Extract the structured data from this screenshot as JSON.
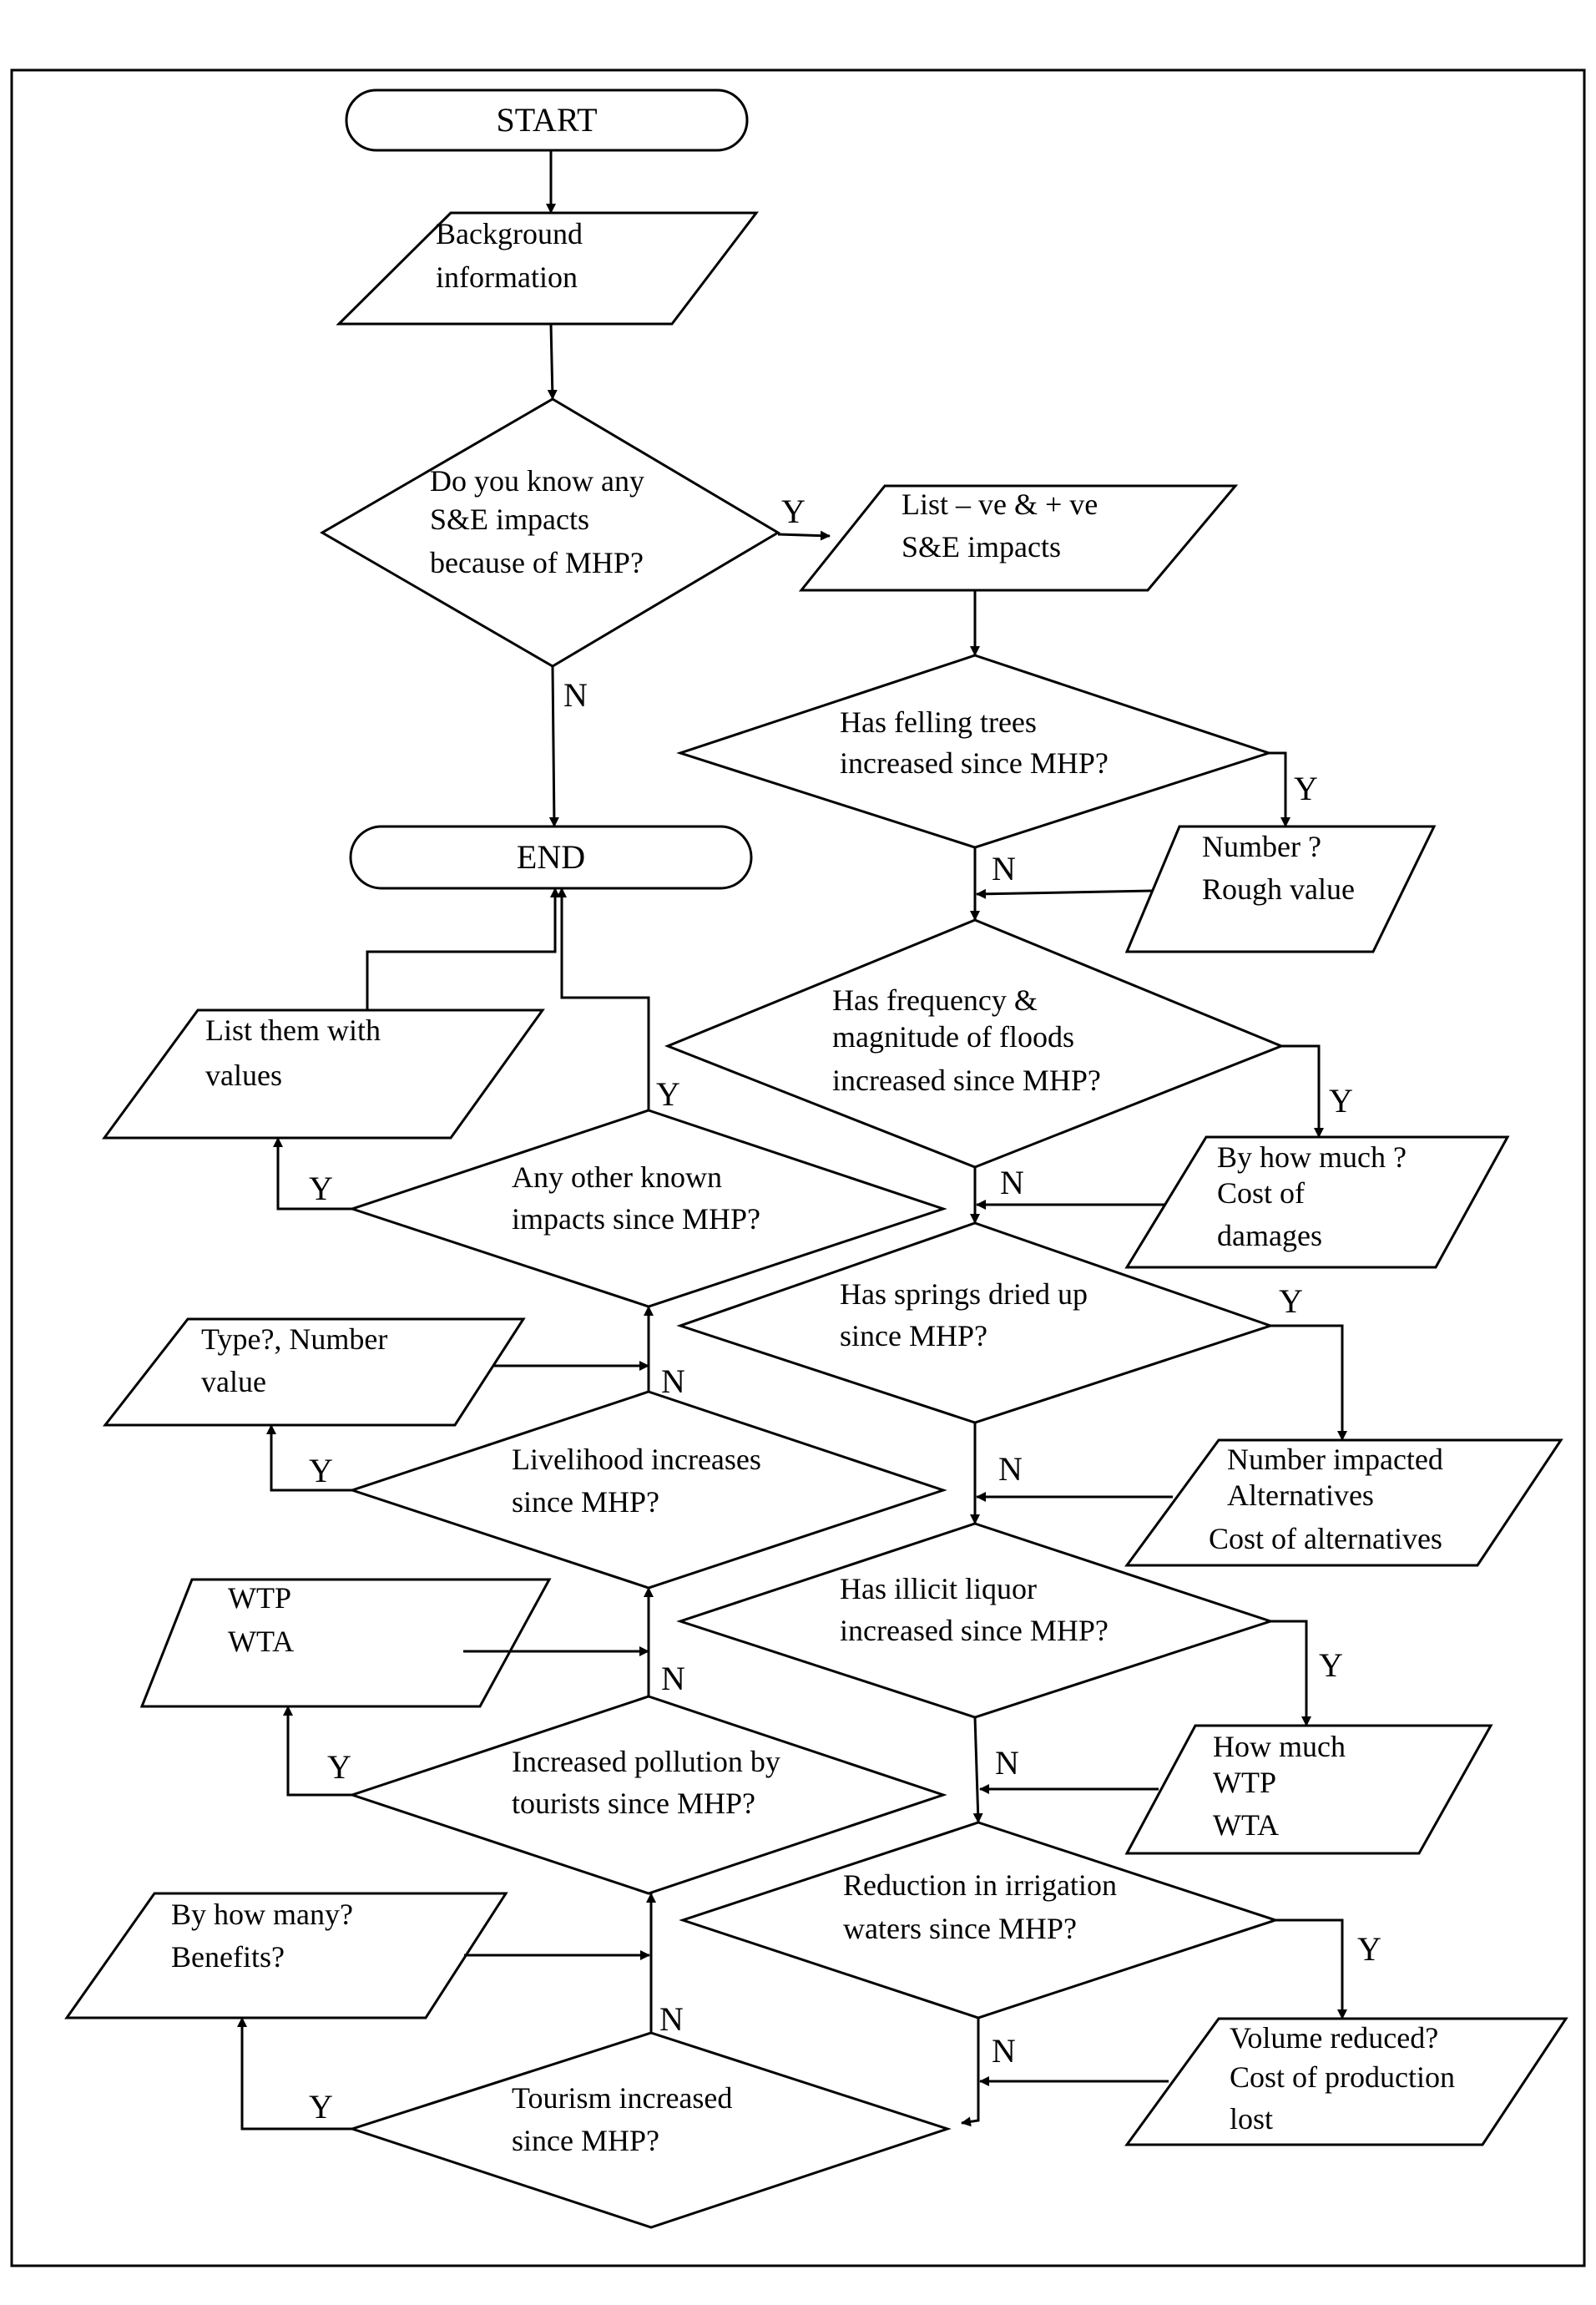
{
  "nodes": {
    "start": {
      "lines": [
        "START"
      ]
    },
    "background": {
      "lines": [
        "Background",
        "information"
      ]
    },
    "q_know": {
      "lines": [
        "Do you know any",
        "S&E impacts",
        "because of MHP?"
      ]
    },
    "list_impacts": {
      "lines": [
        "List  –  ve  & + ve",
        "S&E impacts"
      ]
    },
    "q_trees": {
      "lines": [
        "Has felling trees",
        "increased since MHP?"
      ]
    },
    "trees_out": {
      "lines": [
        "Number ?",
        "Rough value"
      ]
    },
    "end": {
      "lines": [
        "END"
      ]
    },
    "q_floods": {
      "lines": [
        "Has frequency &",
        "magnitude of floods",
        "increased since MHP?"
      ]
    },
    "floods_out": {
      "lines": [
        "By how much ?",
        "Cost of",
        "damages"
      ]
    },
    "q_other": {
      "lines": [
        "Any other known",
        "impacts since MHP?"
      ]
    },
    "other_out": {
      "lines": [
        "List them with",
        "values"
      ]
    },
    "q_springs": {
      "lines": [
        "Has springs dried up",
        "since MHP?"
      ]
    },
    "springs_out": {
      "lines": [
        "Number impacted",
        "Alternatives",
        "Cost of alternatives"
      ]
    },
    "q_livelihood": {
      "lines": [
        "Livelihood increases",
        "since MHP?"
      ]
    },
    "livelihood_out": {
      "lines": [
        "Type?, Number",
        "value"
      ]
    },
    "q_liquor": {
      "lines": [
        "Has illicit liquor",
        "increased since MHP?"
      ]
    },
    "liquor_out": {
      "lines": [
        "How much",
        "WTP",
        "WTA"
      ]
    },
    "q_pollution": {
      "lines": [
        "Increased pollution by",
        "tourists since MHP?"
      ]
    },
    "pollution_out": {
      "lines": [
        "WTP",
        "WTA"
      ]
    },
    "q_irrigation": {
      "lines": [
        "Reduction in irrigation",
        "waters since MHP?"
      ]
    },
    "irrigation_out": {
      "lines": [
        "Volume reduced?",
        "Cost of production",
        "lost"
      ]
    },
    "q_tourism": {
      "lines": [
        "Tourism increased",
        "since MHP?"
      ]
    },
    "tourism_out": {
      "lines": [
        "By how many?",
        "Benefits?"
      ]
    }
  },
  "edge_labels": {
    "yes": "Y",
    "no": "N"
  }
}
